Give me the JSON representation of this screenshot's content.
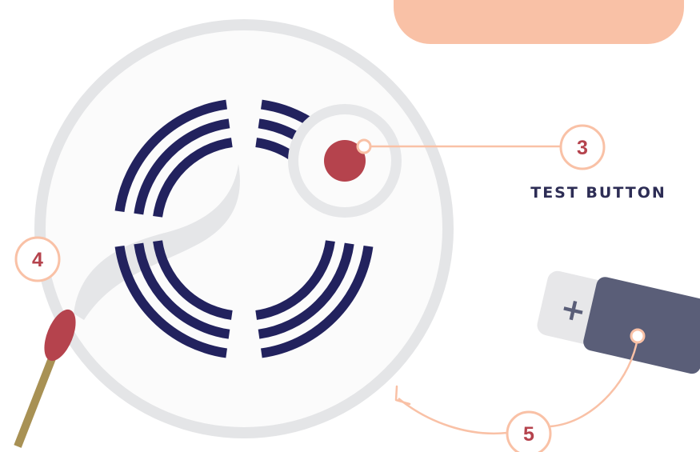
{
  "colors": {
    "background": "#ffffff",
    "detector_face": "#fbfbfb",
    "detector_ring": "#e4e5e7",
    "smoke": "#e5e6e8",
    "vent_arcs": "#22225e",
    "button_cap": "#e6e7e9",
    "button_red": "#b5434d",
    "accent_peach": "#f9c1a6",
    "badge_fill": "#ffffff",
    "badge_text": "#b5434d",
    "caption_text": "#2d2d55",
    "match_stick": "#a89154",
    "match_head": "#b5434d",
    "battery_body": "#5a5e78",
    "battery_cap": "#e7e7e9",
    "battery_plus": "#5a5e78"
  },
  "labels": {
    "test_button_number": "3",
    "test_button_caption": "TEST BUTTON",
    "match_number": "4",
    "battery_number": "5",
    "battery_plus_sign": "+"
  },
  "icons": {
    "detector": "smoke-detector-icon",
    "match": "match-icon",
    "battery": "battery-icon",
    "smoke": "smoke-wisp-icon"
  }
}
